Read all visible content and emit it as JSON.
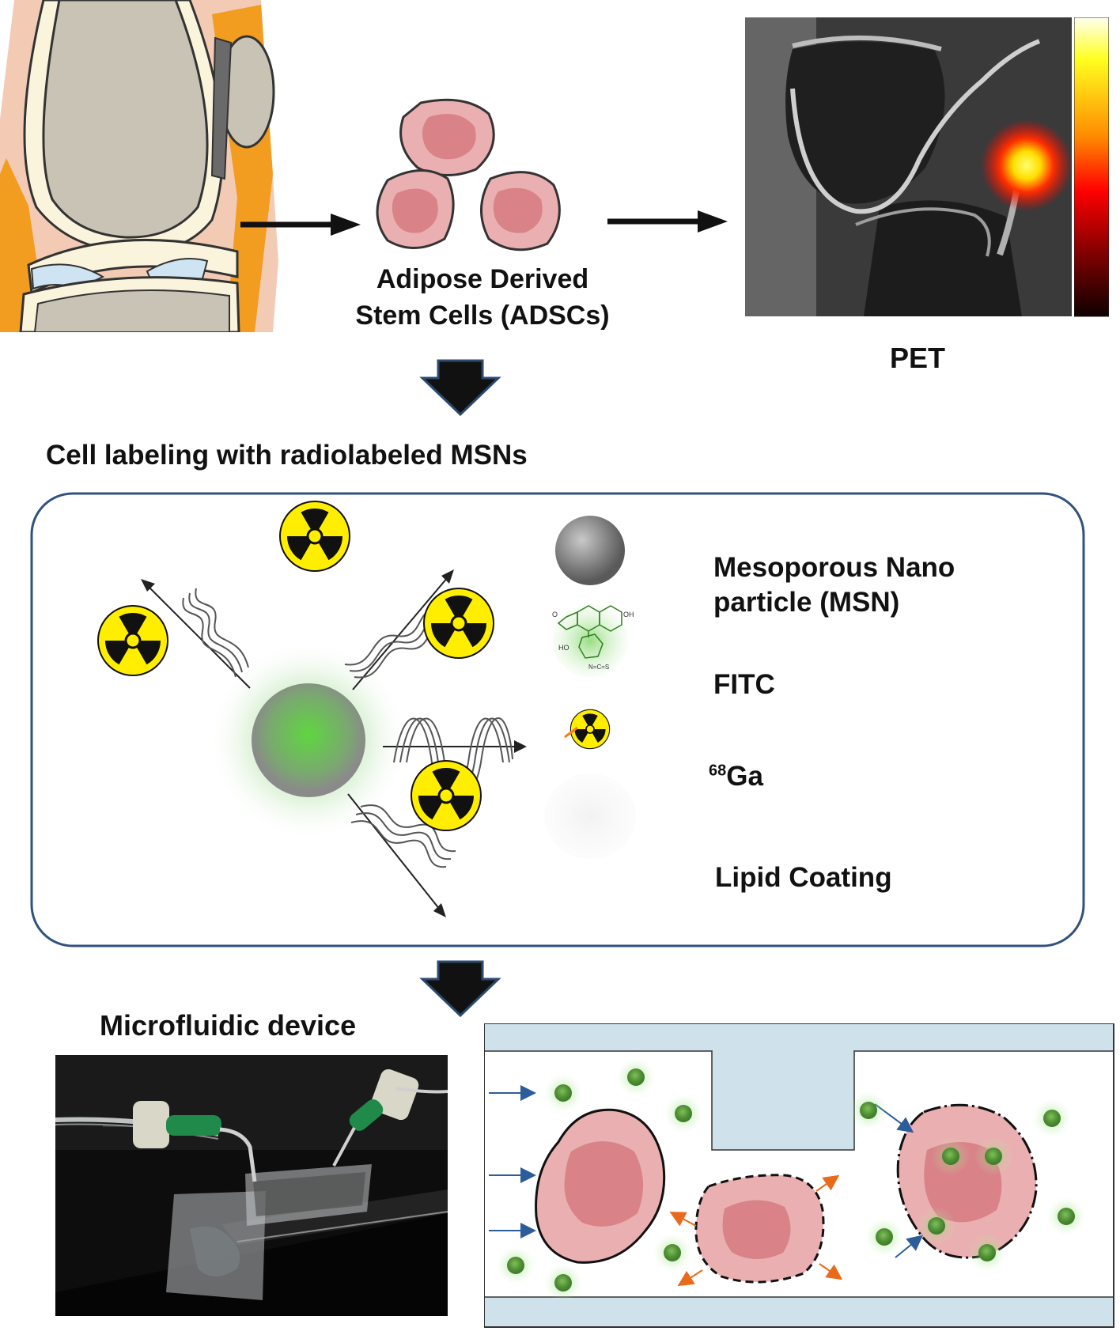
{
  "top": {
    "cells_label_line1": "Adipose Derived",
    "cells_label_line2": "Stem Cells (ADSCs)",
    "pet_label": "PET"
  },
  "labeling": {
    "title": "Cell labeling with radiolabeled MSNs",
    "legend": {
      "msn_line1": "Mesoporous Nano",
      "msn_line2": "particle (MSN)",
      "fitc": "FITC",
      "ga_sup": "68",
      "ga_base": "Ga",
      "lipid": "Lipid Coating"
    },
    "fitc_structure": {
      "o_left": "O",
      "oh_right": "OH",
      "ho_bottom": "HO",
      "ncs": "N=C=S"
    }
  },
  "bottom": {
    "device_title": "Microfluidic device"
  },
  "colors": {
    "arrow": "#111111",
    "block_arrow_outline": "#2b4a6e",
    "panel_border": "#2f5281",
    "radiation_yellow": "#ffee00",
    "msn_green": "#4fc43d",
    "channel_blue": "#cfe2ec",
    "cell_pink": "#e7a8ac",
    "nucleus_pink": "#d67d86"
  }
}
